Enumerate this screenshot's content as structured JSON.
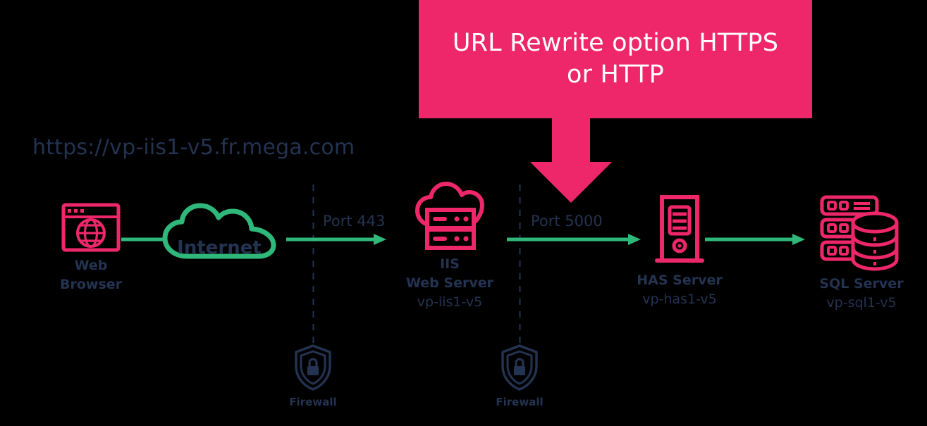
{
  "colors": {
    "background": "#000000",
    "accent_pink": "#EE276B",
    "accent_green": "#2FB87A",
    "text_navy": "#243351",
    "banner_text": "#FFFFFF"
  },
  "banner": {
    "text": "URL Rewrite option HTTPS\nor HTTP",
    "arrow_icon": "down-arrow-icon"
  },
  "url": {
    "text": "https://vp-iis1-v5.fr.mega.com"
  },
  "nodes": [
    {
      "id": "web-browser",
      "icon": "browser-globe-icon",
      "title": "Web\nBrowser",
      "subtitle": ""
    },
    {
      "id": "internet",
      "icon": "cloud-icon",
      "title": "",
      "subtitle": "",
      "inner_label": "Internet"
    },
    {
      "id": "iis-web-server",
      "icon": "cloud-server-icon",
      "title": "IIS\nWeb Server",
      "subtitle": "vp-iis1-v5"
    },
    {
      "id": "has-server",
      "icon": "tower-server-icon",
      "title": "HAS Server",
      "subtitle": "vp-has1-v5"
    },
    {
      "id": "sql-server",
      "icon": "database-server-icon",
      "title": "SQL Server",
      "subtitle": "vp-sql1-v5"
    }
  ],
  "connections": [
    {
      "id": "browser-to-internet",
      "label": "",
      "arrow": false
    },
    {
      "id": "internet-to-iis",
      "label": "Port 443",
      "arrow": true
    },
    {
      "id": "iis-to-has",
      "label": "Port 5000",
      "arrow": true
    },
    {
      "id": "has-to-sql",
      "label": "",
      "arrow": true
    }
  ],
  "firewalls": [
    {
      "id": "firewall-1",
      "label": "Firewall",
      "icon": "shield-lock-icon"
    },
    {
      "id": "firewall-2",
      "label": "Firewall",
      "icon": "shield-lock-icon"
    }
  ]
}
